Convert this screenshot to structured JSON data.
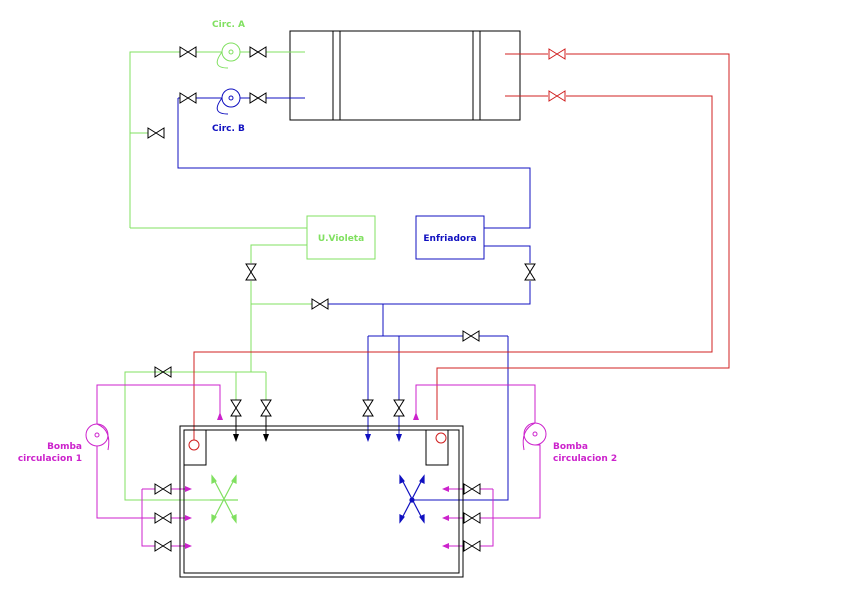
{
  "colors": {
    "green": "#80e060",
    "blue": "#1010c0",
    "red": "#d02020",
    "magenta": "#cc22cc",
    "black": "#000000"
  },
  "labels": {
    "circ_a": "Circ. A",
    "circ_b": "Circ. B",
    "uv": "U.Violeta",
    "chiller": "Enfriadora",
    "pump1_line1": "Bomba",
    "pump1_line2": "circulacion  1",
    "pump2_line1": "Bomba",
    "pump2_line2": "circulacion  2"
  }
}
